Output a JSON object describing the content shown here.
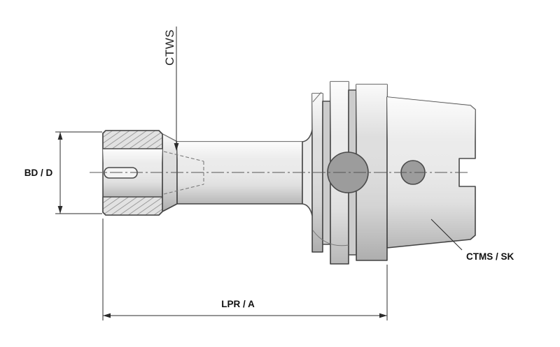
{
  "drawing": {
    "labels": {
      "ctws": "CTWS",
      "bd_d": "BD / D",
      "lpr_a": "LPR / A",
      "ctms_sk": "CTMS / SK"
    },
    "colors": {
      "background": "#ffffff",
      "outline": "#4a4a4a",
      "body_light": "#ebebeb",
      "body_mid": "#dedede",
      "body_dark": "#cccccc",
      "slot_fill": "#f4f4f4",
      "hole_fill": "#9c9c9c",
      "hidden_line": "#7a7a7a",
      "centerline": "#555555",
      "dimension": "#2b2b2b"
    }
  }
}
